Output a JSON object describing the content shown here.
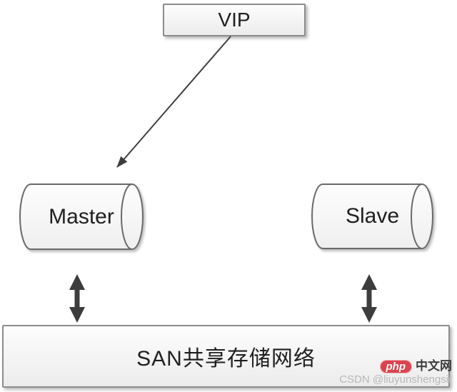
{
  "diagram": {
    "vip": {
      "label": "VIP"
    },
    "master": {
      "label": "Master"
    },
    "slave": {
      "label": "Slave"
    },
    "san": {
      "label": "SAN共享存储网络"
    }
  },
  "watermark": {
    "brand": "php",
    "brand_suffix": "中文网",
    "credit": "CSDN @liuyunshengsir"
  },
  "colors": {
    "arrow": "#3d3d3d",
    "node_border": "#8c8c8c",
    "brand_red": "#d9444f",
    "credit_gray": "#b8b8b8"
  }
}
